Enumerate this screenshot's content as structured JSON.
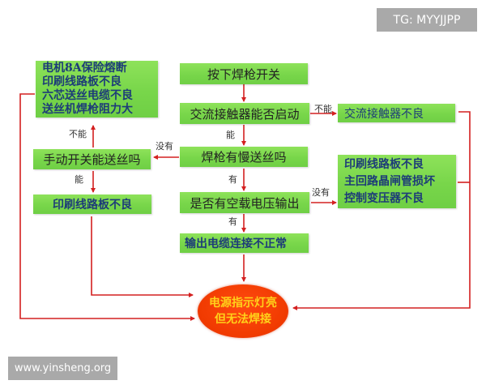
{
  "watermarks": {
    "top_right": "TG: MYYJJPP",
    "bottom_left": "www.yinsheng.org"
  },
  "colors": {
    "node_fill": "#78d64a",
    "arrow": "#d42020",
    "terminal_fill": "#f03a00",
    "terminal_text": "#ffd21a",
    "cause_text": "#1d3c78"
  },
  "nodes": {
    "start": "按下焊枪开关",
    "contactor_check": "交流接触器能否启动",
    "contactor_bad": "交流接触器不良",
    "slow_feed_check": "焊枪有慢送丝吗",
    "manual_switch_check": "手动开关能送丝吗",
    "pcb_bad_left": "印刷线路板不良",
    "no_load_voltage_check": "是否有空载电压输出",
    "cable_bad": "输出电缆连接不正常",
    "feed_causes": [
      "电机8A保险熔断",
      "印刷线路板不良",
      "六芯送丝电缆不良",
      "送丝机焊枪阻力大"
    ],
    "power_causes": [
      "印刷线路板不良",
      "主回路晶闸管损坏",
      "控制变压器不良"
    ],
    "terminal": [
      "电源指示灯亮",
      "但无法焊接"
    ]
  },
  "edge_labels": {
    "contactor_no": "不能",
    "contactor_yes": "能",
    "slow_feed_no": "没有",
    "slow_feed_yes": "有",
    "manual_no": "不能",
    "manual_yes": "能",
    "voltage_no": "没有",
    "voltage_yes": "有"
  }
}
